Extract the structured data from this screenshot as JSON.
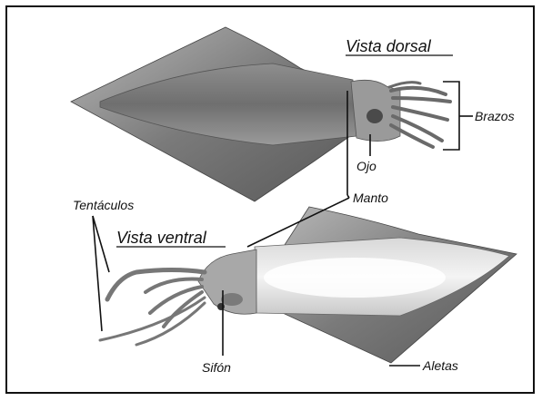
{
  "labels": {
    "vista_dorsal": "Vista dorsal",
    "vista_ventral": "Vista ventral",
    "brazos": "Brazos",
    "ojo": "Ojo",
    "manto": "Manto",
    "tentaculos": "Tentáculos",
    "sifon": "Sifón",
    "aletas": "Aletas"
  }
}
